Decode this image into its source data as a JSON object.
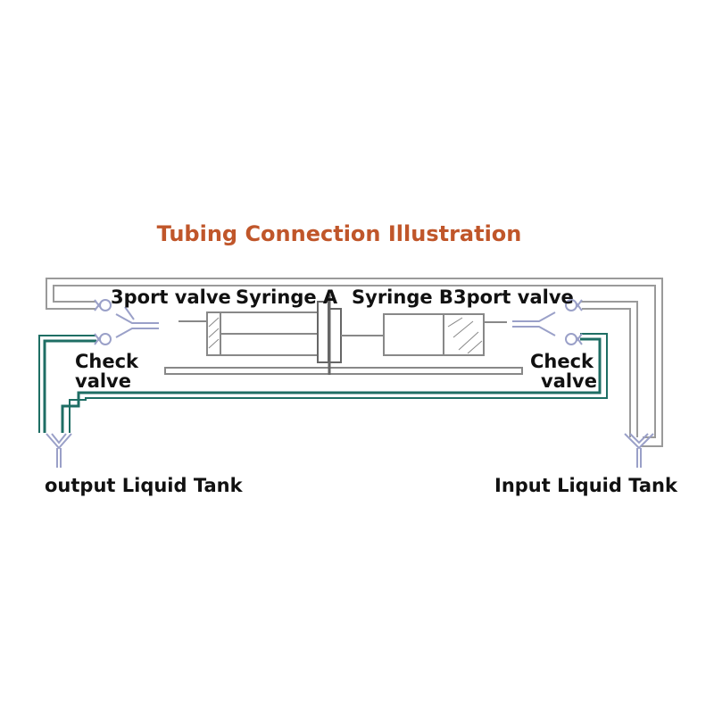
{
  "title": "Tubing Connection Illustration",
  "labels": {
    "left_3port_valve": "3port valve",
    "syringe_a": "Syringe A",
    "syringe_b": "Syringe B",
    "right_3port_valve": "3port valve",
    "left_check": "Check",
    "left_valve": "valve",
    "right_check": "Check",
    "right_valve": "valve",
    "output_tank": "output Liquid Tank",
    "input_tank": "Input Liquid Tank"
  },
  "colors": {
    "title": "#c0562a",
    "green_tube": "#1e6e64",
    "grey_tube": "#8c8c8c",
    "valve": "#9aa0c8"
  }
}
